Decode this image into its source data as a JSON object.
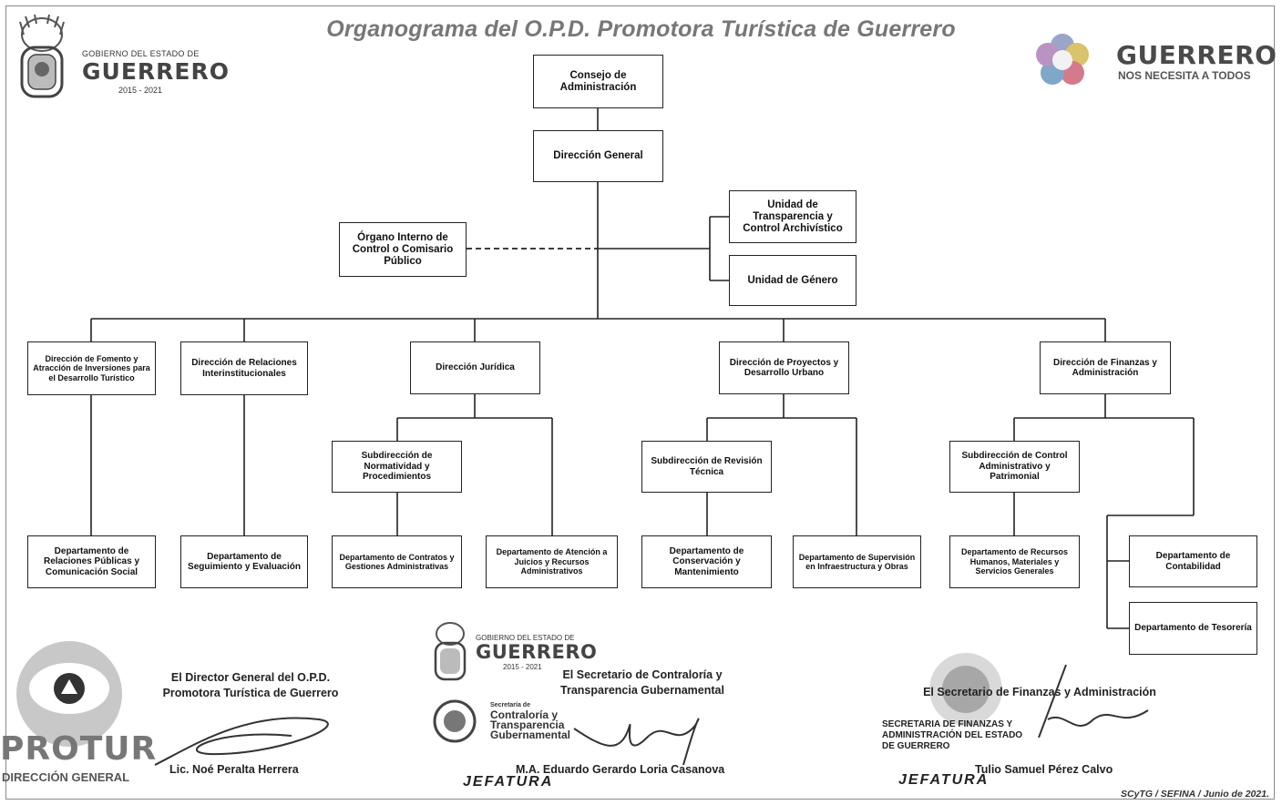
{
  "title": "Organograma del O.P.D. Promotora Turística de Guerrero",
  "header_left": {
    "line1": "GOBIERNO DEL ESTADO DE",
    "line2": "GUERRERO",
    "years": "2015 - 2021"
  },
  "header_right": {
    "brand": "GUERRERO",
    "tagline": "NOS NECESITA A TODOS"
  },
  "nodes": {
    "consejo": "Consejo de Administración",
    "direccion_general": "Dirección General",
    "organo_interno": "Órgano Interno de Control o Comisario Público",
    "unidad_transparencia": "Unidad de Transparencia y Control Archivístico",
    "unidad_genero": "Unidad de Género",
    "dir_fomento": "Dirección de Fomento y Atracción de Inversiones para el Desarrollo Turístico",
    "dir_relaciones": "Dirección de Relaciones Interinstitucionales",
    "dir_juridica": "Dirección Jurídica",
    "dir_proyectos": "Dirección de Proyectos y Desarrollo Urbano",
    "dir_finanzas": "Dirección de Finanzas y Administración",
    "sub_normatividad": "Subdirección de Normatividad y Procedimientos",
    "sub_revision": "Subdirección de Revisión Técnica",
    "sub_control": "Subdirección de Control Administrativo y Patrimonial",
    "dep_relaciones_publicas": "Departamento de Relaciones Públicas y Comunicación Social",
    "dep_seguimiento": "Departamento de Seguimiento y Evaluación",
    "dep_contratos": "Departamento de Contratos y Gestiones Administrativas",
    "dep_atencion": "Departamento de Atención a Juicios y Recursos Administrativos",
    "dep_conservacion": "Departamento de Conservación y Mantenimiento",
    "dep_supervision": "Departamento de Supervisión en Infraestructura y Obras",
    "dep_recursos": "Departamento de Recursos Humanos, Materiales y Servicios Generales",
    "dep_contabilidad": "Departamento de Contabilidad",
    "dep_tesoreria": "Departamento de Tesorería"
  },
  "signatures": {
    "left_role": "El Director General del O.P.D. Promotora Turística de Guerrero",
    "left_name": "Lic. Noé Peralta Herrera",
    "left_logo_word": "PROTUR",
    "left_logo_sub": "DIRECCIÓN GENERAL",
    "mid_logo_line1": "GOBIERNO DEL ESTADO DE",
    "mid_logo_line2": "GUERRERO",
    "mid_logo_years": "2015 - 2021",
    "mid_role": "El Secretario de Contraloría y Transparencia Gubernamental",
    "mid_sct_small": "Secretaría de",
    "mid_sct": "Contraloría y Transparencia Gubernamental",
    "mid_name": "M.A. Eduardo Gerardo Loria Casanova",
    "mid_stamp": "JEFATURA",
    "right_role": "El Secretario de Finanzas y Administración",
    "right_seal": "SECRETARIA DE FINANZAS Y ADMINISTRACIÓN DEL ESTADO DE GUERRERO",
    "right_name": "Tulio Samuel Pérez Calvo",
    "right_stamp": "JEFATURA"
  },
  "footer_ref": "SCyTG / SEFINA / Junio de 2021."
}
